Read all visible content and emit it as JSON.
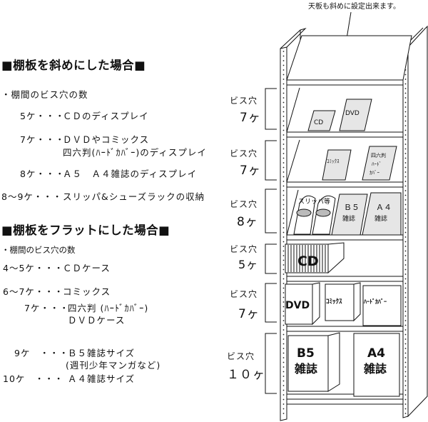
{
  "slanted": {
    "heading": "■棚板を斜めにした場合■",
    "subheading": "・棚間のビス穴の数",
    "items": [
      {
        "count": "5ケ・・・",
        "text": "ＣＤのディスプレイ"
      },
      {
        "count": "7ケ・・・",
        "text": "ＤＶＤやコミックス",
        "text2": "四六判(ﾊｰﾄﾞｶﾊﾞｰ)のディスプレイ"
      },
      {
        "count": "8ケ・・・",
        "text": "Ａ５　Ａ４雑誌のディスプレイ"
      },
      {
        "count": "8～9ケ・・・",
        "text": "スリッパ&シューズラックの収納"
      }
    ]
  },
  "flat": {
    "heading": "■棚板をフラットにした場合■",
    "subheading": "・棚間のビス穴の数",
    "items": [
      {
        "count": "4～5ケ・・・",
        "text": "ＣＤケース"
      },
      {
        "count": "6～7ケ・・・",
        "text": "コミックス"
      },
      {
        "count": "7ケ・・・",
        "text": "四六判 (ﾊｰﾄﾞｶﾊﾞｰ)",
        "text2": "ＤＶＤケース"
      },
      {
        "count": "9ケ　・・・",
        "text": "Ｂ５雑誌サイズ",
        "text2": "(週刊少年マンガなど)"
      },
      {
        "count": "10ケ　・・・",
        "text": "Ａ４雑誌サイズ"
      }
    ]
  },
  "diagram": {
    "note": "天板も斜めに設定出来ます。",
    "hole_label": "ビス穴",
    "sections": [
      {
        "count": "7ヶ"
      },
      {
        "count": "7ヶ"
      },
      {
        "count": "8ヶ"
      },
      {
        "count": "5ヶ"
      },
      {
        "count": "7ヶ"
      },
      {
        "count": "１０ヶ"
      }
    ],
    "items": {
      "cd": "CD",
      "dvd": "DVD",
      "comics": "ｺﾐｯｸｽ",
      "shirokuban_1": "四六判",
      "shirokuban_2": "ﾊｰﾄﾞ",
      "shirokuban_3": "ｶﾊﾞｰ",
      "slippers": "スリッパ等",
      "b5": "Ｂ５",
      "a4": "Ａ４",
      "magazine": "雑誌",
      "cd_flat": "CD",
      "dvd_flat": "DVD",
      "comics_flat": "ｺﾐｯｸｽ",
      "hardcover_flat": "ﾊｰﾄﾞｶﾊﾞｰ",
      "b5_flat": "B5",
      "a4_flat": "A4",
      "magazine_flat": "雑誌"
    }
  }
}
